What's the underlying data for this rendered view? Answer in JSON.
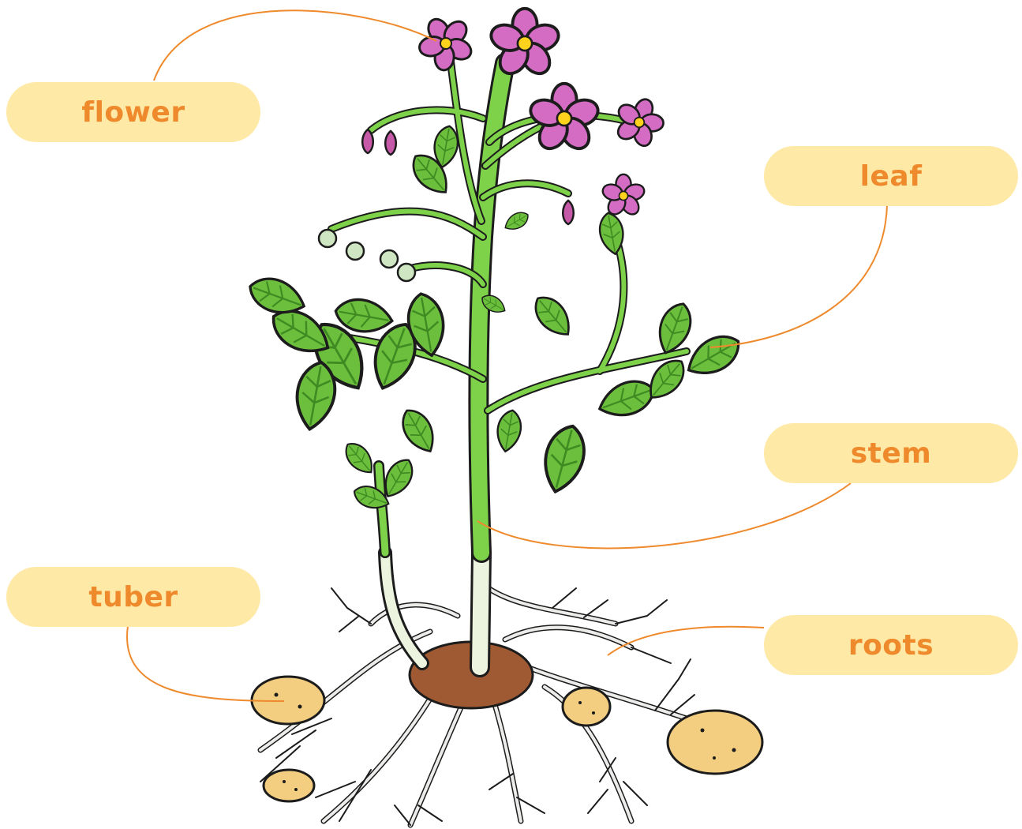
{
  "labels": {
    "flower": "flower",
    "leaf": "leaf",
    "stem": "stem",
    "tuber": "tuber",
    "roots": "roots"
  },
  "colors": {
    "label_background": "#ffe9a6",
    "label_text": "#ee8a2c",
    "leader_line": "#ee8a2c",
    "leaf_green": "#6cbf3c",
    "stem_green": "#7ed24a",
    "flower_pink": "#d46cc4",
    "flower_center": "#ffd21e",
    "tuber_tan": "#f3ce80",
    "seed_potato_brown": "#a05a33",
    "root_grey": "#e8e8e0",
    "outline": "#1c1c1c"
  }
}
